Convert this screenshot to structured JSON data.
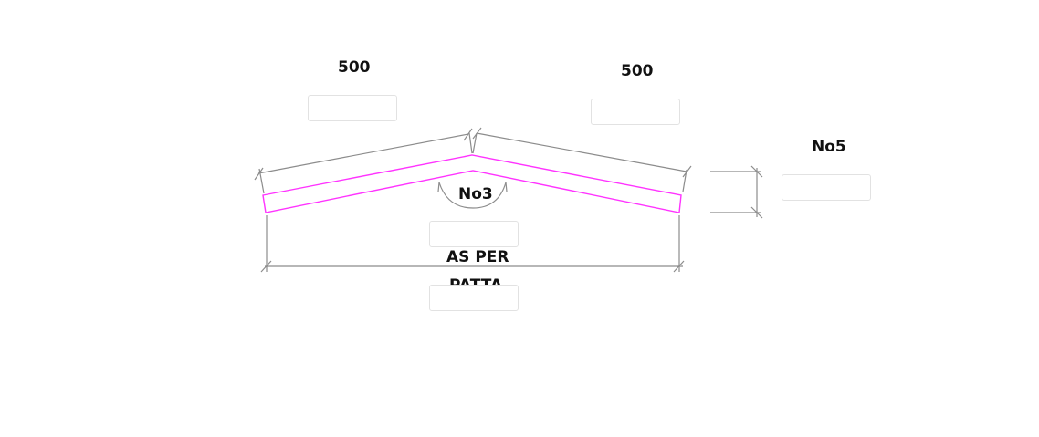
{
  "dimensions": {
    "left_segment": "500",
    "right_segment": "500",
    "angle_label": "No3",
    "height_label": "No5",
    "length_label_line1": "AS PER",
    "length_label_line2": "PATTA"
  },
  "inputs": {
    "left_segment_value": "",
    "right_segment_value": "",
    "height_value": "",
    "angle_value": "",
    "length_value": ""
  },
  "colors": {
    "profile": "#ff33ff",
    "dimension_line": "#8c8c8c",
    "text": "#111111"
  }
}
